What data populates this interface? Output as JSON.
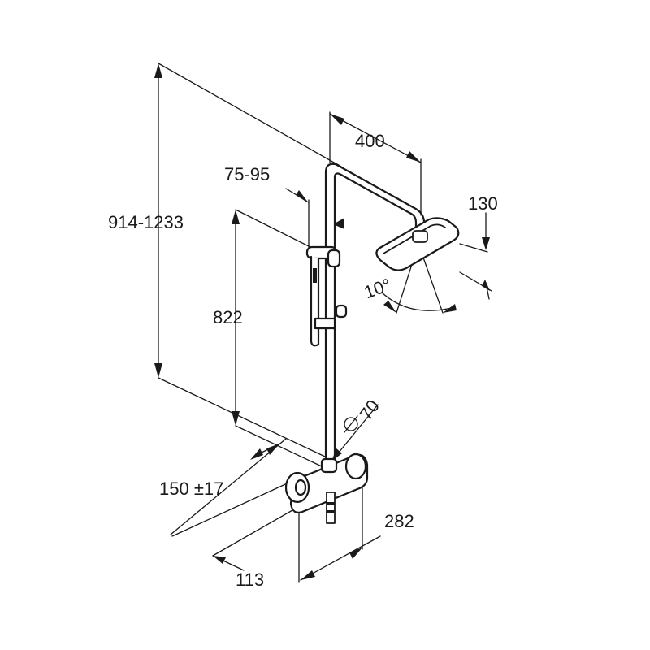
{
  "dimensions": {
    "total_height": "914-1233",
    "holder_height": "822",
    "head_reach": "400",
    "head_height": "130",
    "holder_offset": "75-95",
    "tilt_angle": "10°",
    "rail_diameter": "70",
    "wall_distance": "150 ±17",
    "mixer_depth": "113",
    "mixer_width": "282"
  },
  "colors": {
    "line": "#1a1a1a",
    "background": "#ffffff"
  }
}
